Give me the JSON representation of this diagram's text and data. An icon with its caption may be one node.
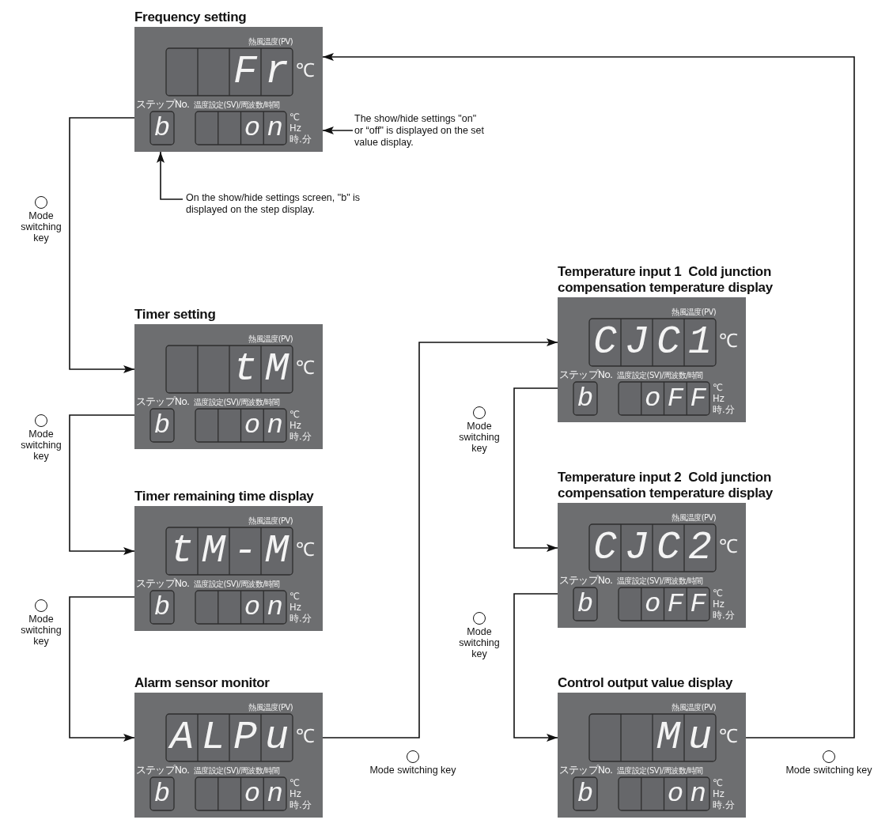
{
  "diagram": {
    "nodes": [
      {
        "text": [
          "Frequency setting",
          "熱風温度(PV)",
          "Fr",
          "℃",
          "ステップNo.",
          "b",
          "温度設定(SV)/周波数/時間",
          "on",
          "℃",
          "Hz",
          "時.分"
        ]
      },
      {
        "text": [
          "Timer setting",
          "熱風温度(PV)",
          "tM",
          "℃",
          "ステップNo.",
          "b",
          "温度設定(SV)/周波数/時間",
          "on",
          "℃",
          "Hz",
          "時.分"
        ]
      },
      {
        "text": [
          "Timer remaining time display",
          "熱風温度(PV)",
          "tM-M",
          "℃",
          "ステップNo.",
          "b",
          "温度設定(SV)/周波数/時間",
          "on",
          "℃",
          "Hz",
          "時.分"
        ]
      },
      {
        "text": [
          "Alarm sensor monitor",
          "熱風温度(PV)",
          "ALPu",
          "℃",
          "ステップNo.",
          "b",
          "温度設定(SV)/周波数/時間",
          "on",
          "℃",
          "Hz",
          "時.分"
        ]
      },
      {
        "text": [
          "Temperature input 1  Cold junction compensation temperature display",
          "熱風温度(PV)",
          "CJC1",
          "℃",
          "ステップNo.",
          "b",
          "温度設定(SV)/周波数/時間",
          "oFF",
          "℃",
          "Hz",
          "時.分"
        ]
      },
      {
        "text": [
          "Temperature input 2  Cold junction compensation temperature display",
          "熱風温度(PV)",
          "CJC2",
          "℃",
          "ステップNo.",
          "b",
          "温度設定(SV)/周波数/時間",
          "oFF",
          "℃",
          "Hz",
          "時.分"
        ]
      },
      {
        "text": [
          "Control output value display",
          "熱風温度(PV)",
          "Mu",
          "℃",
          "ステップNo.",
          "b",
          "温度設定(SV)/周波数/時間",
          "on",
          "℃",
          "Hz",
          "時.分"
        ]
      },
      {
        "text": [
          "The show/hide settings \"on\" or “off\" is displayed on the set value display."
        ]
      },
      {
        "text": [
          "On the show/hide settings screen, \"b\" is displayed on the step display."
        ]
      }
    ],
    "edges": [
      {
        "from": 0,
        "to": 1,
        "arrow": "to",
        "label": "Mode switching key"
      },
      {
        "from": 1,
        "to": 2,
        "arrow": "to",
        "label": "Mode switching key"
      },
      {
        "from": 2,
        "to": 3,
        "arrow": "to",
        "label": "Mode switching key"
      },
      {
        "from": 3,
        "to": 4,
        "arrow": "to",
        "label": "Mode switching key"
      },
      {
        "from": 4,
        "to": 5,
        "arrow": "to",
        "label": "Mode switching key"
      },
      {
        "from": 5,
        "to": 6,
        "arrow": "to",
        "label": "Mode switching key"
      },
      {
        "from": 6,
        "to": 0,
        "arrow": "to",
        "label": "Mode switching key"
      },
      {
        "from": 7,
        "to": 0,
        "arrow": "to"
      },
      {
        "from": 8,
        "to": 0,
        "arrow": "to"
      }
    ]
  }
}
